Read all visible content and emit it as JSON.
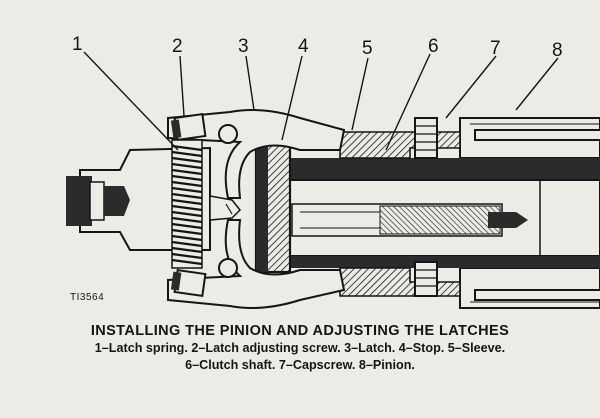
{
  "callouts": [
    "1",
    "2",
    "3",
    "4",
    "5",
    "6",
    "7",
    "8"
  ],
  "figure_number": "TI3564",
  "caption": {
    "title": "INSTALLING THE PINION AND ADJUSTING THE LATCHES",
    "legend_line_1": "1–Latch spring. 2–Latch adjusting screw. 3–Latch. 4–Stop. 5–Sleeve.",
    "legend_line_2": "6–Clutch shaft. 7–Capscrew. 8–Pinion."
  },
  "colors": {
    "ink": "#151515",
    "paper": "#ecebe6",
    "section": "#2b2b2b"
  }
}
